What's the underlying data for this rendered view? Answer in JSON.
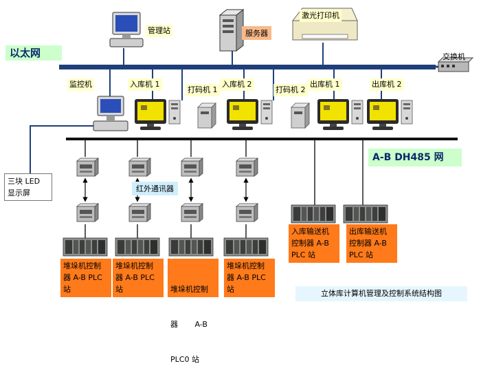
{
  "networks": {
    "ethernet": "以太网",
    "dh485": "A-B DH485 网",
    "switch": "交换机"
  },
  "nodes": {
    "mgmt": "管理站",
    "server": "服务器",
    "printer": "激光打印机",
    "monitor": "监控机",
    "in1": "入库机 1",
    "barcode1": "打码机 1",
    "in2": "入库机 2",
    "barcode2": "打码机 2",
    "out1": "出库机 1",
    "out2": "出库机 2",
    "led": [
      "三块 LED",
      "显示屏"
    ],
    "ir": "红外通讯器"
  },
  "controllers": [
    [
      "堆垛机控制",
      "器 A-B PLC",
      "站"
    ],
    [
      "堆垛机控制",
      "器 A-B PLC",
      "站"
    ],
    [
      "堆垛机控制",
      "器       A-B",
      "PLC0 站"
    ],
    [
      "堆垛机控制",
      "器 A-B PLC",
      "站"
    ]
  ],
  "conveyors": [
    [
      "入库输送机",
      "控制器 A-B",
      "PLC 站"
    ],
    [
      "出库输送机",
      "控制器 A-B",
      "PLC 站"
    ]
  ],
  "caption": "立体库计算机管理及控制系统结构图",
  "colors": {
    "bus": "#1f3f7a",
    "screen_yellow": "#f2e200",
    "orange": "#ff7a1a",
    "label_yellow": "#ffffcc",
    "label_green": "#ccffcc"
  }
}
